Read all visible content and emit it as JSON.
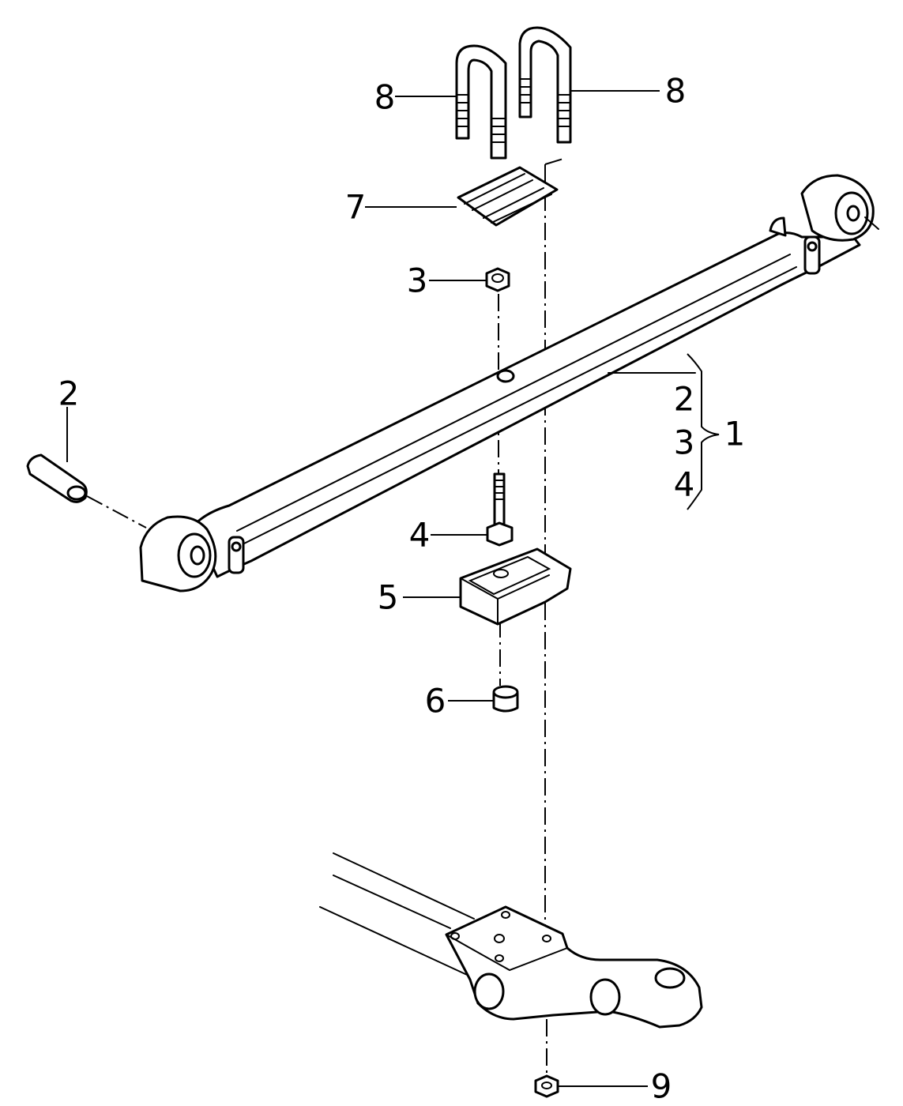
{
  "diagram": {
    "callouts": {
      "c1": "1",
      "c2_pin": "2",
      "c2_group": "2",
      "c3_nut": "3",
      "c3_group": "3",
      "c4_bolt": "4",
      "c4_group": "4",
      "c5": "5",
      "c6": "6",
      "c7": "7",
      "c8_left": "8",
      "c8_right": "8",
      "c9": "9"
    }
  }
}
